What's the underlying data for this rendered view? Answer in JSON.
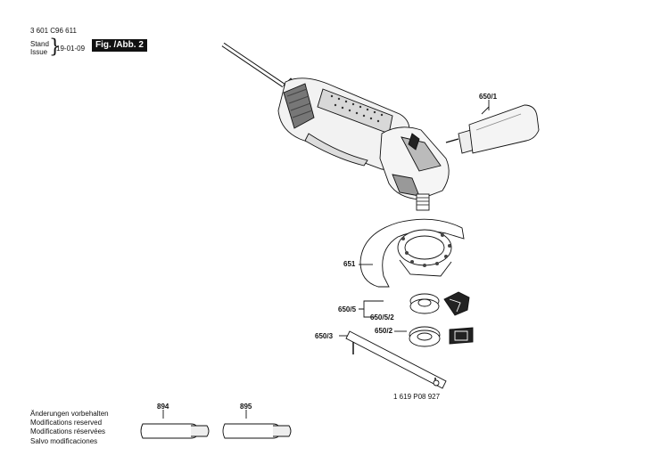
{
  "header": {
    "doc_number": "3 601 C96 611",
    "stand_label": "Stand",
    "issue_label": "Issue",
    "date": "19-01-09",
    "figure_label": "Fig. /Abb. 2"
  },
  "parts": {
    "p650_1": "650/1",
    "p651": "651",
    "p650_5": "650/5",
    "p650_5_2": "650/5/2",
    "p650_2": "650/2",
    "p650_3": "650/3",
    "p894": "894",
    "p895": "895",
    "tool_number": "1 619 P08 927"
  },
  "footer": {
    "lines": [
      "Änderungen vorbehalten",
      "Modifications reserved",
      "Modifications réservées",
      "Salvo modificaciones"
    ]
  }
}
